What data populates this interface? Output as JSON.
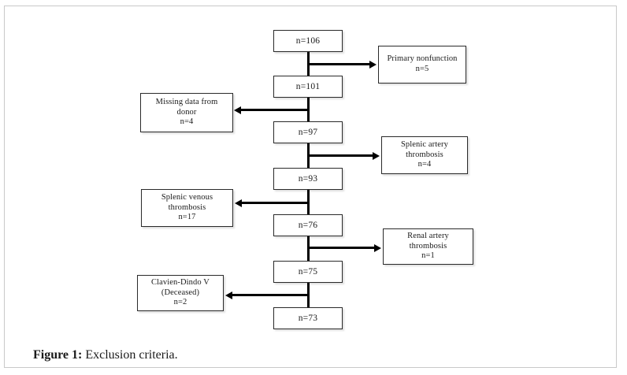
{
  "figure": {
    "caption_label": "Figure 1:",
    "caption_text": " Exclusion criteria."
  },
  "flowchart": {
    "type": "flowchart",
    "orientation": "top-to-bottom",
    "stroke_color": "#000000",
    "box_border_color": "#2a2a2a",
    "background_color": "#ffffff",
    "cohort_nodes": [
      {
        "label": "n=106"
      },
      {
        "label": "n=101"
      },
      {
        "label": "n=97"
      },
      {
        "label": "n=93"
      },
      {
        "label": "n=76"
      },
      {
        "label": "n=75"
      },
      {
        "label": "n=73"
      }
    ],
    "exclusion_nodes": [
      {
        "side": "right",
        "line1": "Primary nonfunction",
        "line2": "n=5",
        "line3": ""
      },
      {
        "side": "left",
        "line1": "Missing data from",
        "line2": "donor",
        "line3": "n=4"
      },
      {
        "side": "right",
        "line1": "Splenic artery",
        "line2": "thrombosis",
        "line3": "n=4"
      },
      {
        "side": "left",
        "line1": "Splenic venous",
        "line2": "thrombosis",
        "line3": "n=17"
      },
      {
        "side": "right",
        "line1": "Renal artery",
        "line2": "thrombosis",
        "line3": "n=1"
      },
      {
        "side": "left",
        "line1": "Clavien-Dindo V",
        "line2": "(Deceased)",
        "line3": "n=2"
      }
    ]
  }
}
